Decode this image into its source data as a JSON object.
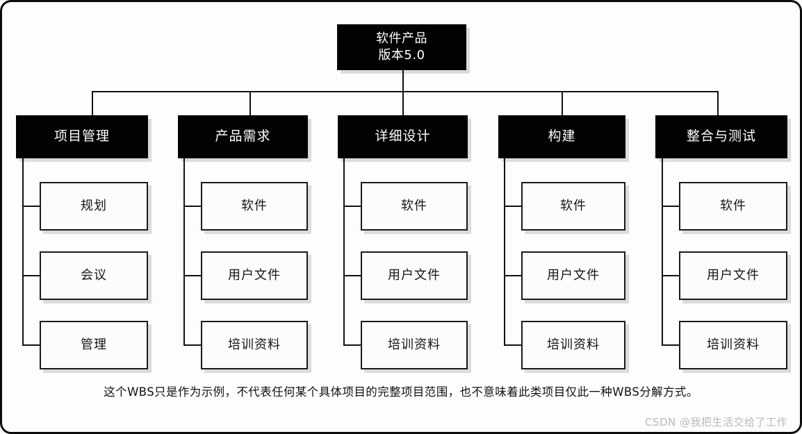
{
  "diagram": {
    "type": "wbs-tree",
    "title_node": {
      "line1": "软件产品",
      "line2": "版本5.0",
      "text": "软件产品\n版本5.0"
    },
    "columns": [
      {
        "header": "项目管理",
        "children": [
          "规划",
          "会议",
          "管理"
        ]
      },
      {
        "header": "产品需求",
        "children": [
          "软件",
          "用户文件",
          "培训资料"
        ]
      },
      {
        "header": "详细设计",
        "children": [
          "软件",
          "用户文件",
          "培训资料"
        ]
      },
      {
        "header": "构建",
        "children": [
          "软件",
          "用户文件",
          "培训资料"
        ]
      },
      {
        "header": "整合与测试",
        "children": [
          "软件",
          "用户文件",
          "培训资料"
        ]
      }
    ],
    "caption": "这个WBS只是作为示例，不代表任何某个具体项目的完整项目范围，也不意味着此类项目仅此一种WBS分解方式。",
    "watermark": "CSDN @我把生活交给了工作",
    "colors": {
      "node_dark_fill": "#020202",
      "node_dark_text": "#ffffff",
      "node_light_fill": "#fcfcfc",
      "node_light_text": "#141414",
      "node_light_border": "#1a1a1a",
      "connector": "#111111",
      "shadow": "#d9d9d9",
      "canvas_background": "#fdfdfd",
      "canvas_border": "#0b0b0b",
      "watermark_text": "#b9b9b9"
    }
  }
}
